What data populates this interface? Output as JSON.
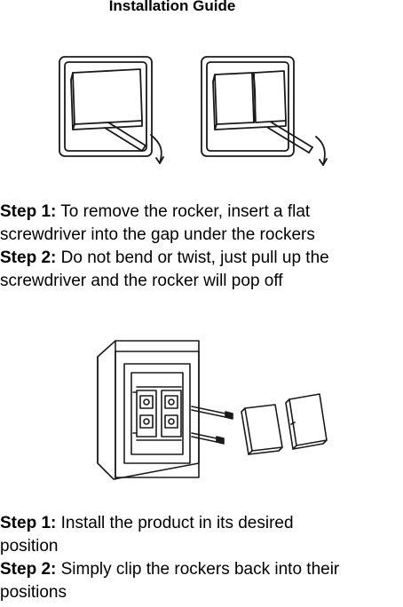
{
  "title": "Installation Guide",
  "illustrations": {
    "removal": "rocker-removal-diagram",
    "installation": "rocker-installation-diagram"
  },
  "section1": {
    "steps": [
      {
        "label": "Step 1:",
        "text_line1": " To remove the rocker, insert a flat",
        "text_line2": "screwdriver into the gap under the rockers"
      },
      {
        "label": "Step 2:",
        "text_line1": " Do not bend or twist, just pull up the",
        "text_line2": "screwdriver and the rocker will pop off"
      }
    ]
  },
  "section2": {
    "steps": [
      {
        "label": "Step 1:",
        "text_line1": " Install the product in its desired",
        "text_line2": "position"
      },
      {
        "label": "Step 2:",
        "text_line1": " Simply clip the rockers back into their",
        "text_line2": "positions"
      }
    ]
  }
}
